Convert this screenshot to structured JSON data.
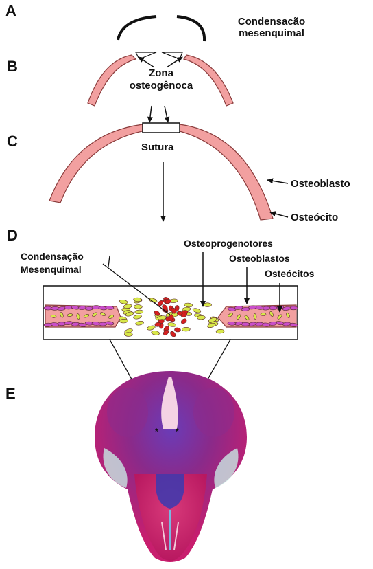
{
  "panels": {
    "a": "A",
    "b": "B",
    "c": "C",
    "d": "D",
    "e": "E"
  },
  "labels": {
    "condensacao_a_line1": "Condensacão",
    "condensacao_a_line2": "mesenquimal",
    "zona_line1": "Zona",
    "zona_line2": "osteogênoca",
    "sutura": "Sutura",
    "osteoblasto": "Osteoblasto",
    "osteocito": "Osteócito",
    "condensacao_d_line1": "Condensação",
    "condensacao_d_line2": "Mesenquimal",
    "osteoprogenotores": "Osteoprogenotores",
    "osteoblastos": "Osteoblastos",
    "osteocitos": "Osteócitos"
  },
  "colors": {
    "bone_fill": "#f2a0a0",
    "bone_edge": "#8a3c3c",
    "osteoblast_cell": "#c94fc9",
    "osteoprogenitor_cell": "#d8e84a",
    "mesenchymal_cell": "#d42020",
    "skull_magenta": "#c81e6e",
    "skull_blue": "#3a3ab0"
  }
}
